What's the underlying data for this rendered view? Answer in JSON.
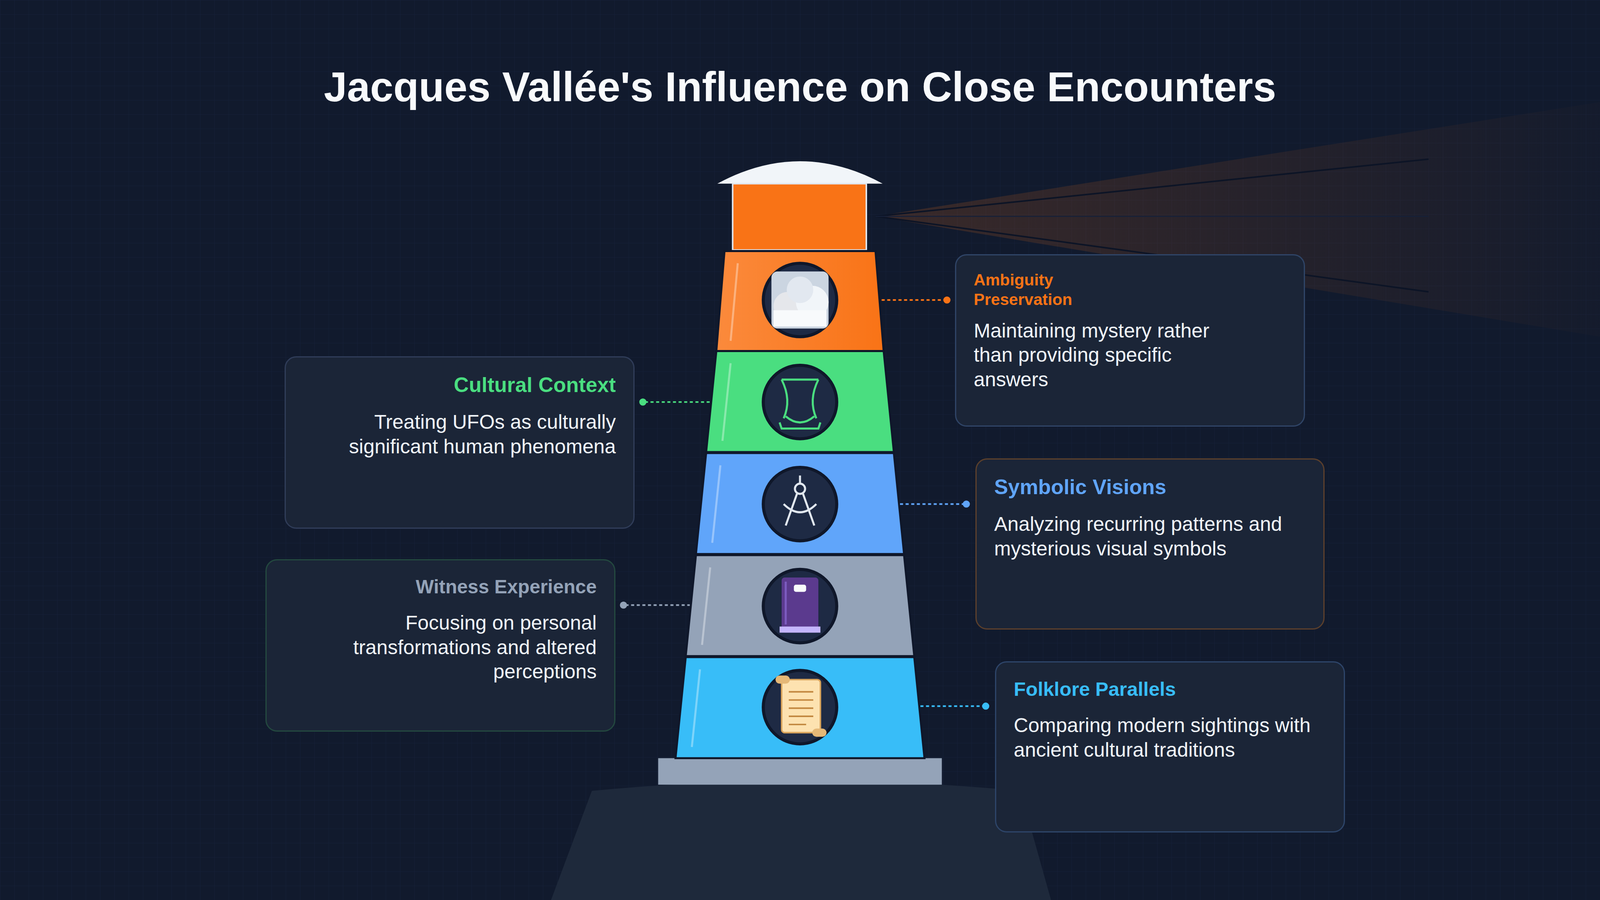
{
  "diagram": {
    "title": "Jacques Vallée's Influence on Close Encounters",
    "nodes": [
      {
        "text": [
          "Ambiguity Preservation",
          "Maintaining mystery rather than providing specific answers"
        ]
      },
      {
        "text": [
          "Cultural Context",
          "Treating UFOs as culturally significant human phenomena"
        ]
      },
      {
        "text": [
          "Symbolic Visions",
          "Analyzing recurring patterns and mysterious visual symbols"
        ]
      },
      {
        "text": [
          "Witness Experience",
          "Focusing on personal transformations and altered perceptions"
        ]
      },
      {
        "text": [
          "Folklore Parallels",
          "Comparing modern sightings with ancient cultural traditions"
        ]
      }
    ]
  }
}
